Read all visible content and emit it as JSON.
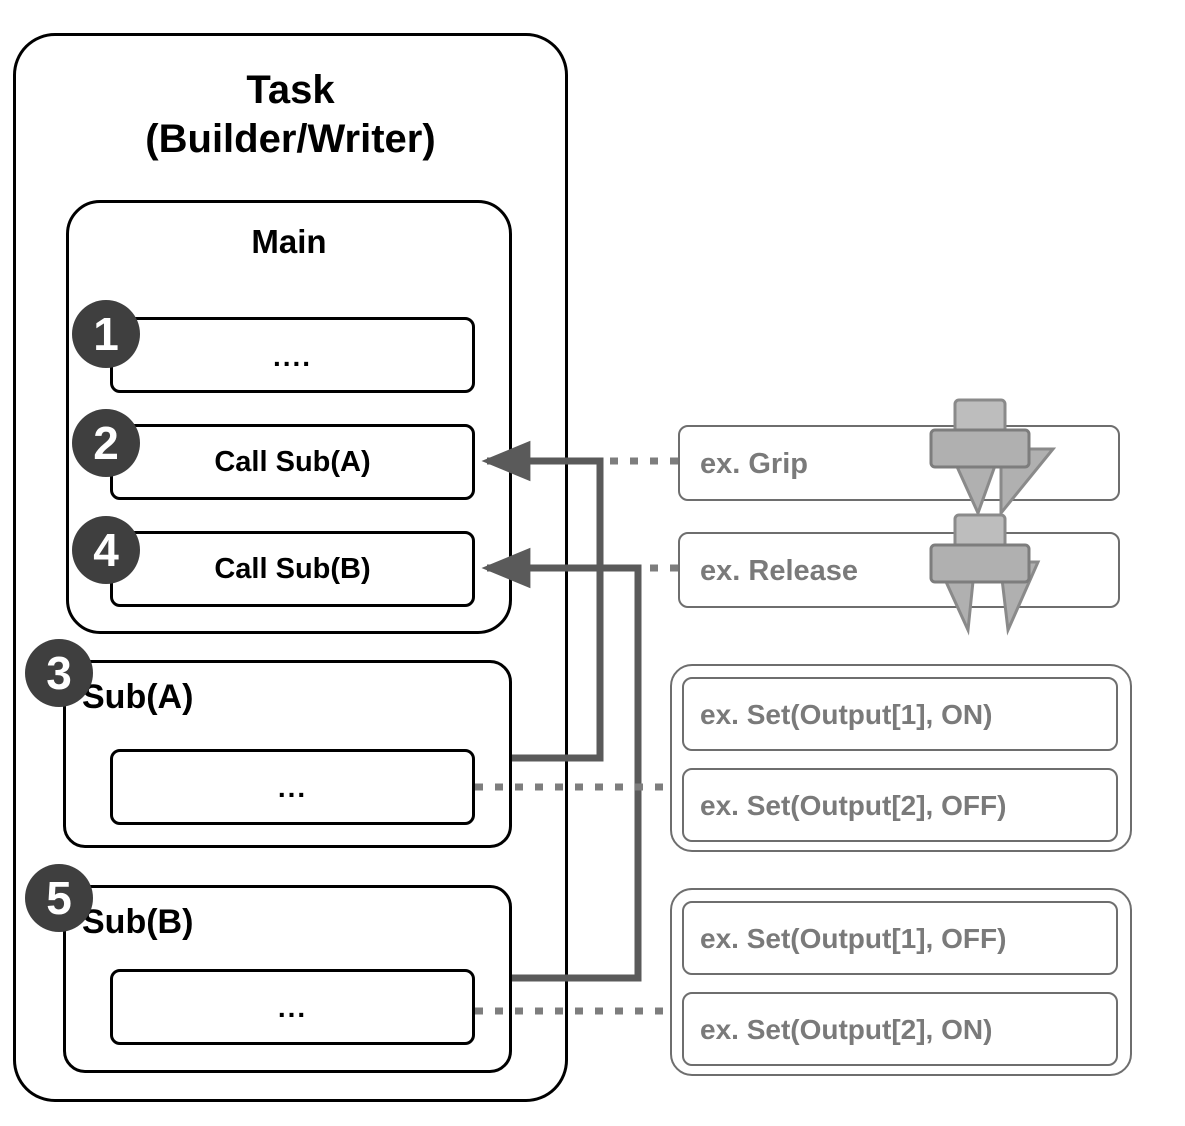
{
  "diagram": {
    "task": {
      "title": "Task\n(Builder/Writer)"
    },
    "main": {
      "title": "Main",
      "steps": [
        {
          "badge": "1",
          "label": "...."
        },
        {
          "badge": "2",
          "label": "Call Sub(A)"
        },
        {
          "badge": "4",
          "label": "Call Sub(B)"
        }
      ]
    },
    "subs": [
      {
        "badge": "3",
        "title": "Sub(A)",
        "body": "..."
      },
      {
        "badge": "5",
        "title": "Sub(B)",
        "body": "..."
      }
    ],
    "actions": [
      {
        "label": "ex. Grip",
        "icon": "gripper-closed-icon"
      },
      {
        "label": "ex. Release",
        "icon": "gripper-open-icon"
      }
    ],
    "output_groups": [
      {
        "items": [
          "ex. Set(Output[1], ON)",
          "ex. Set(Output[2], OFF)"
        ]
      },
      {
        "items": [
          "ex. Set(Output[1], OFF)",
          "ex. Set(Output[2], ON)"
        ]
      }
    ],
    "colors": {
      "outline": "#000000",
      "gray_outline": "#6e6e6e",
      "gray_text": "#7a7a7a",
      "badge_fill": "#3f3f3f",
      "connector": "#5a5a5a",
      "gripper_fill": "#a8a8a8",
      "gripper_stroke": "#7d7d7d"
    }
  }
}
